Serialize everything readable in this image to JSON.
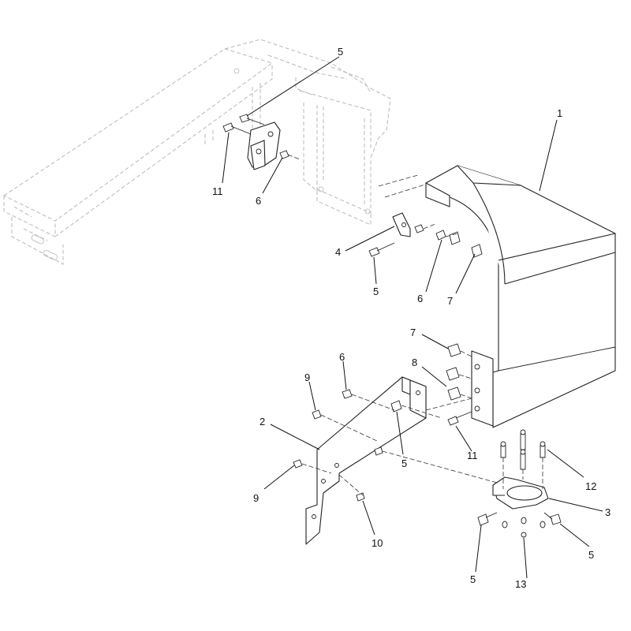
{
  "callouts": [
    {
      "id": "c-5a",
      "text": "5"
    },
    {
      "id": "c-11a",
      "text": "11"
    },
    {
      "id": "c-6a",
      "text": "6"
    },
    {
      "id": "c-1",
      "text": "1"
    },
    {
      "id": "c-4",
      "text": "4"
    },
    {
      "id": "c-5b",
      "text": "5"
    },
    {
      "id": "c-6b",
      "text": "6"
    },
    {
      "id": "c-7a",
      "text": "7"
    },
    {
      "id": "c-7b",
      "text": "7"
    },
    {
      "id": "c-6c",
      "text": "6"
    },
    {
      "id": "c-8",
      "text": "8"
    },
    {
      "id": "c-9a",
      "text": "9"
    },
    {
      "id": "c-2",
      "text": "2"
    },
    {
      "id": "c-5c",
      "text": "5"
    },
    {
      "id": "c-11b",
      "text": "11"
    },
    {
      "id": "c-9b",
      "text": "9"
    },
    {
      "id": "c-12",
      "text": "12"
    },
    {
      "id": "c-3",
      "text": "3"
    },
    {
      "id": "c-10",
      "text": "10"
    },
    {
      "id": "c-5d",
      "text": "5"
    },
    {
      "id": "c-5e",
      "text": "5"
    },
    {
      "id": "c-13",
      "text": "13"
    }
  ],
  "colors": {
    "ink": "#111111",
    "ghost": "#b8b8b8",
    "background": "#ffffff"
  }
}
